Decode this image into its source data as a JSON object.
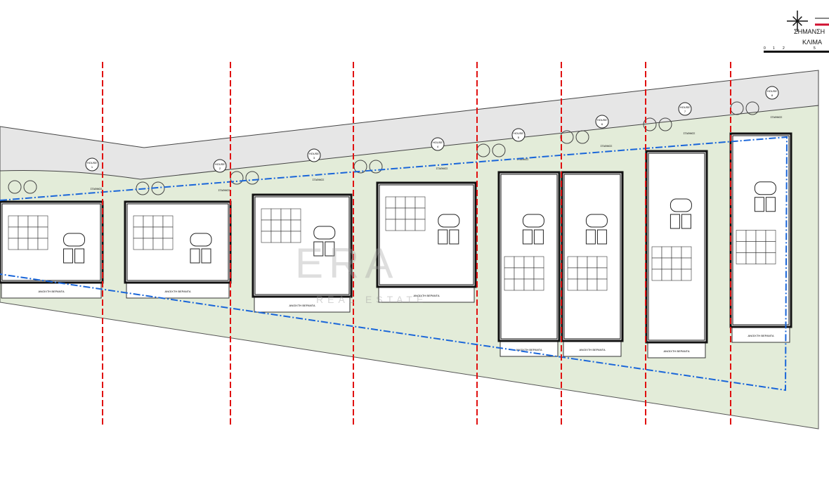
{
  "title_block": {
    "scale_label": "ΚΛΙΜΑ",
    "scale_ticks": [
      "0",
      "1",
      "2",
      "5"
    ],
    "legend_text": "ΣΗΜΑΝΣΗ"
  },
  "watermark": {
    "brand": "ERA",
    "sub": "REAL ESTATE"
  },
  "houses": [
    {
      "label": "HOUSE 1",
      "num": "1"
    },
    {
      "label": "HOUSE 2",
      "num": "2"
    },
    {
      "label": "HOUSE 3",
      "num": "3"
    },
    {
      "label": "HOUSE 4",
      "num": "4"
    },
    {
      "label": "HOUSE 5",
      "num": "5"
    },
    {
      "label": "HOUSE 6",
      "num": "6"
    },
    {
      "label": "HOUSE 7",
      "num": "7"
    },
    {
      "label": "HOUSE 8",
      "num": "8"
    }
  ],
  "veranda_label": "ΑΝΟΙΧΤΗ ΒΕΡΑΝΤΑ",
  "parking_label": "ΣΤΑΘΜΟΣ",
  "colors": {
    "road": "#e6e6e6",
    "green": "#e3ecd9",
    "boundary": "#1a66d9",
    "divider": "#e01010"
  }
}
